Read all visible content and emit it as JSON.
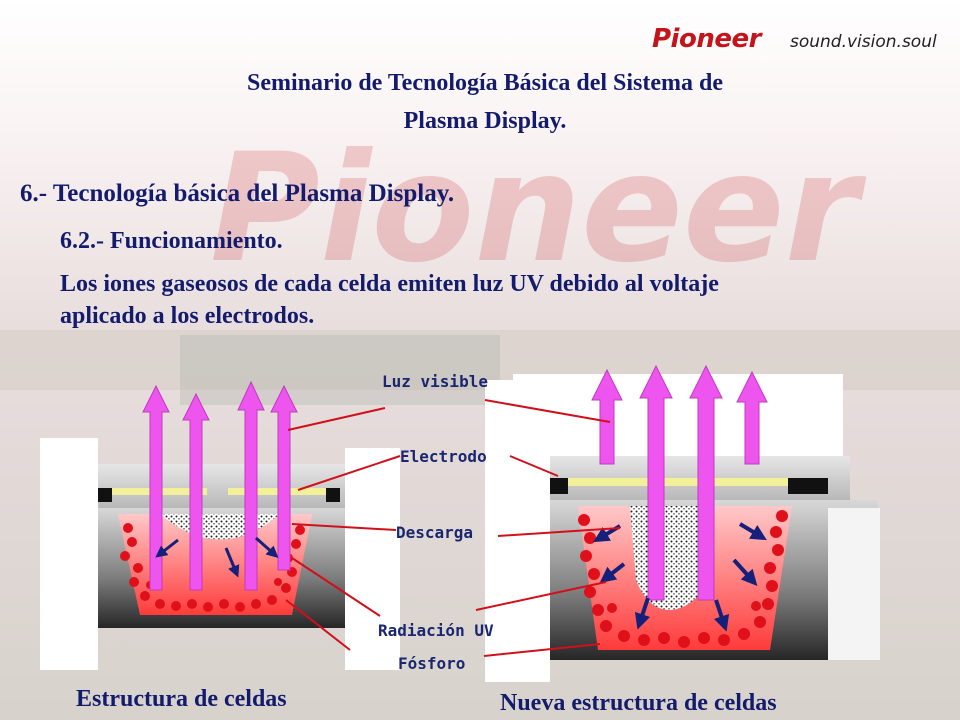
{
  "brand": {
    "name": "Pioneer",
    "tagline": "sound.vision.soul"
  },
  "header": {
    "title_line1": "Seminario de Tecnología Básica del Sistema de",
    "title_line2": "Plasma Display."
  },
  "content": {
    "section": "6.- Tecnología básica del Plasma Display.",
    "subsection": "6.2.- Funcionamiento.",
    "body_line1": "Los iones gaseosos de cada celda emiten luz UV debido al voltaje",
    "body_line2": "aplicado a los electrodos."
  },
  "diagram": {
    "labels": {
      "visible_light": "Luz visible",
      "electrode": "Electrodo",
      "discharge": "Descarga",
      "uv_radiation": "Radiación UV",
      "phosphor": "Fósforo"
    },
    "left_caption": "Estructura de celdas",
    "right_caption": "Nueva estructura de celdas"
  },
  "colors": {
    "title": "#131b6d",
    "brand_red": "#c4131a",
    "pointer_line": "#d0101a",
    "arrow_light": "#ee55ee",
    "phosphor_dot": "#e0101a",
    "uv_arrow": "#14207a"
  }
}
